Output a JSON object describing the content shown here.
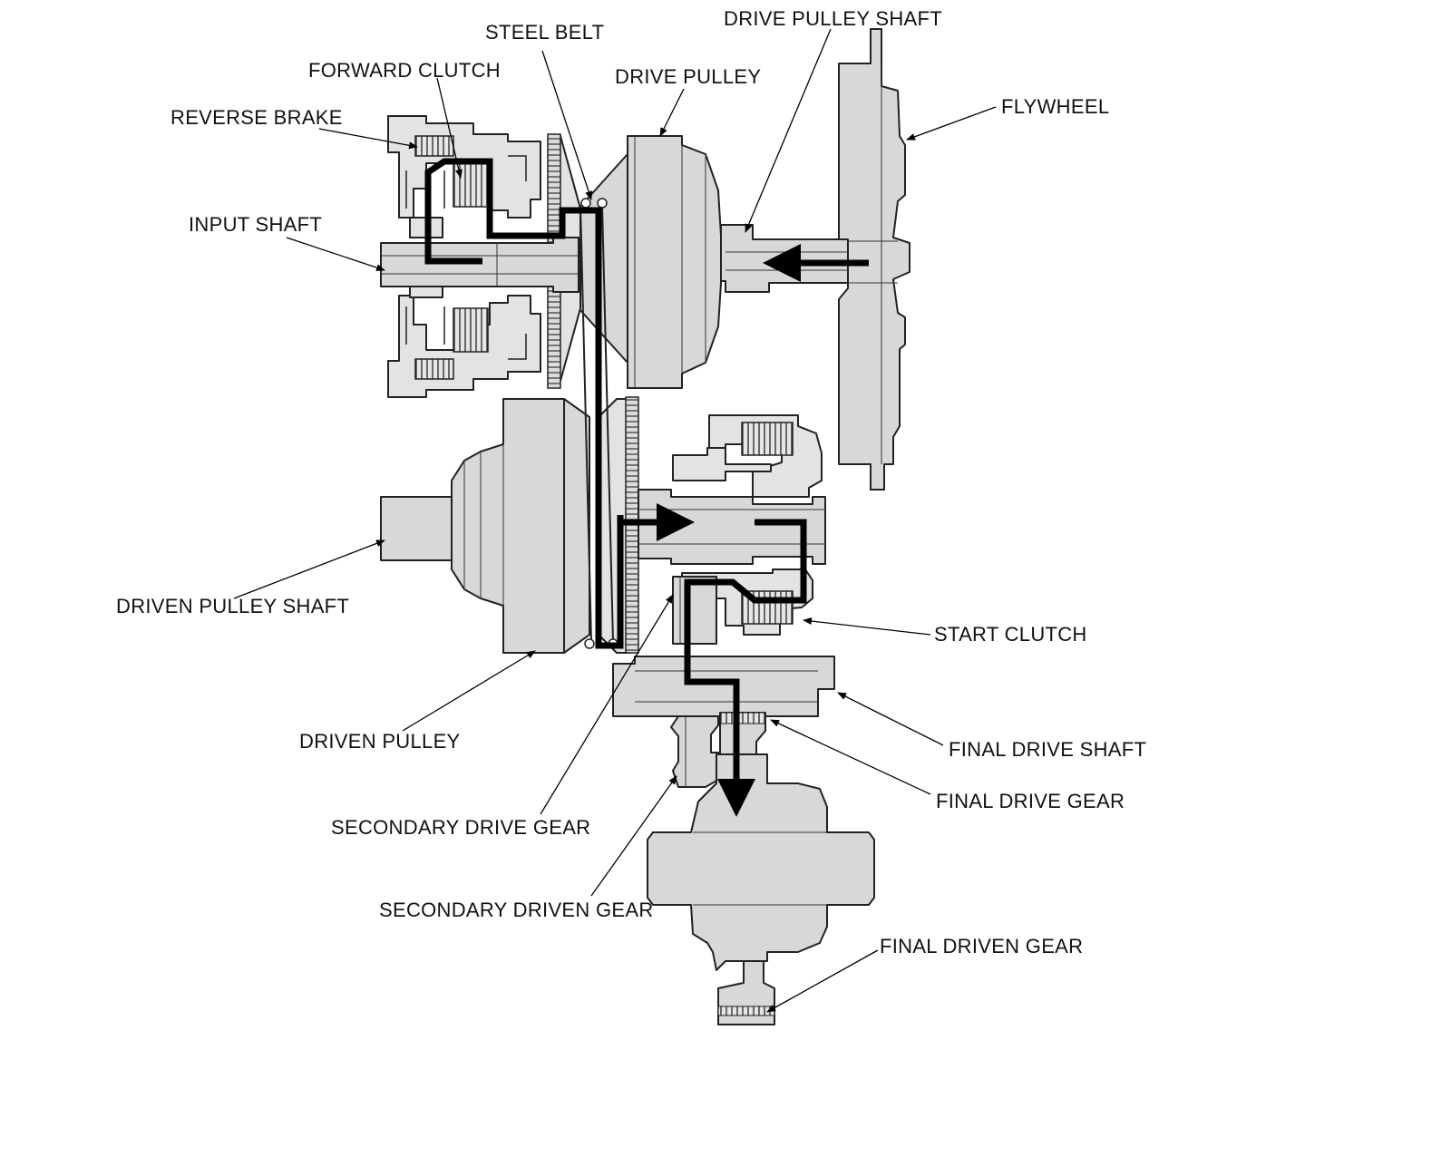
{
  "labels": {
    "steel_belt": "STEEL BELT",
    "drive_pulley_shaft": "DRIVE PULLEY SHAFT",
    "forward_clutch": "FORWARD CLUTCH",
    "drive_pulley": "DRIVE PULLEY",
    "reverse_brake": "REVERSE BRAKE",
    "flywheel": "FLYWHEEL",
    "input_shaft": "INPUT SHAFT",
    "driven_pulley_shaft": "DRIVEN PULLEY SHAFT",
    "start_clutch": "START CLUTCH",
    "driven_pulley": "DRIVEN PULLEY",
    "final_drive_shaft": "FINAL DRIVE SHAFT",
    "final_drive_gear": "FINAL DRIVE GEAR",
    "secondary_drive_gear": "SECONDARY DRIVE GEAR",
    "secondary_driven_gear": "SECONDARY DRIVEN GEAR",
    "final_driven_gear": "FINAL DRIVEN GEAR"
  },
  "colors": {
    "part_fill": "#d8d8d8",
    "outline": "#222222",
    "power_flow": "#000000"
  }
}
